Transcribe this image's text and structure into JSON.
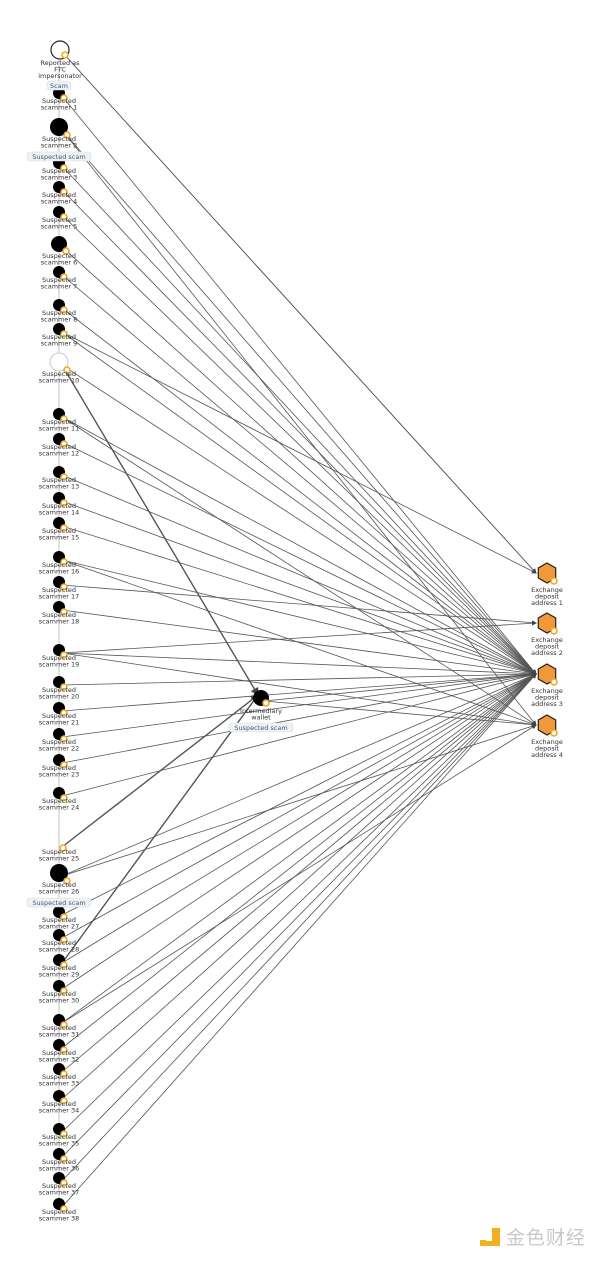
{
  "nodes": {
    "ftc": {
      "label": [
        "Reported as",
        "FTC",
        "impersonator"
      ],
      "tag": "Scam"
    },
    "scammers": [
      "Suspected scammer 1",
      "Suspected scammer 2",
      "Suspected scammer 3",
      "Suspected scammer 4",
      "Suspected scammer 5",
      "Suspected scammer 6",
      "Suspected scammer 7",
      "Suspected scammer 8",
      "Suspected scammer 9",
      "Suspected scammer 10",
      "Suspected scammer 11",
      "Suspected scammer 12",
      "Suspected scammer 13",
      "Suspected scammer 14",
      "Suspected scammer 15",
      "Suspected scammer 16",
      "Suspected scammer 17",
      "Suspected scammer 18",
      "Suspected scammer 19",
      "Suspected scammer 20",
      "Suspected scammer 21",
      "Suspected scammer 22",
      "Suspected scammer 23",
      "Suspected scammer 24",
      "Suspected scammer 25",
      "Suspected scammer 26",
      "Suspected scammer 27",
      "Suspected scammer 28",
      "Suspected scammer 29",
      "Suspected scammer 30",
      "Suspected scammer 31",
      "Suspected scammer 32",
      "Suspected scammer 33",
      "Suspected scammer 34",
      "Suspected scammer 35",
      "Suspected scammer 36",
      "Suspected scammer 37",
      "Suspected scammer 38"
    ],
    "scammer_tags": {
      "2": "Suspected scam",
      "26": "Suspected scam"
    },
    "intermediary": {
      "label": [
        "Intermediary",
        "wallet"
      ],
      "tag": "Suspected scam"
    },
    "exchanges": [
      [
        "Exchange",
        "deposit",
        "address 1"
      ],
      [
        "Exchange",
        "deposit",
        "address 2"
      ],
      [
        "Exchange",
        "deposit",
        "address 3"
      ],
      [
        "Exchange",
        "deposit",
        "address 4"
      ]
    ]
  },
  "edges": [
    [
      "ftc",
      "ex1"
    ],
    [
      "ftc",
      "ex1"
    ],
    [
      "s1",
      "ex3"
    ],
    [
      "s2",
      "ex3"
    ],
    [
      "s2",
      "ex4"
    ],
    [
      "s3",
      "ex3"
    ],
    [
      "s4",
      "ex3"
    ],
    [
      "s5",
      "ex3"
    ],
    [
      "s6",
      "ex3"
    ],
    [
      "s7",
      "ex3"
    ],
    [
      "s8",
      "ex3"
    ],
    [
      "s9",
      "ex3"
    ],
    [
      "s9",
      "ex1"
    ],
    [
      "s10",
      "int"
    ],
    [
      "s10",
      "ex3"
    ],
    [
      "s11",
      "ex3"
    ],
    [
      "s11",
      "ex4"
    ],
    [
      "s12",
      "ex3"
    ],
    [
      "s13",
      "ex3"
    ],
    [
      "s14",
      "ex3"
    ],
    [
      "s15",
      "ex3"
    ],
    [
      "s16",
      "ex3"
    ],
    [
      "s16",
      "ex4"
    ],
    [
      "s17",
      "ex2"
    ],
    [
      "s18",
      "ex3"
    ],
    [
      "s19",
      "ex2"
    ],
    [
      "s19",
      "ex3"
    ],
    [
      "s19",
      "ex4"
    ],
    [
      "s20",
      "ex3"
    ],
    [
      "s21",
      "ex3"
    ],
    [
      "s22",
      "ex3"
    ],
    [
      "s23",
      "ex3"
    ],
    [
      "s24",
      "ex3"
    ],
    [
      "s25",
      "int"
    ],
    [
      "s26",
      "ex3"
    ],
    [
      "s26",
      "ex4"
    ],
    [
      "s27",
      "ex3"
    ],
    [
      "s28",
      "ex3"
    ],
    [
      "s29",
      "int"
    ],
    [
      "s29",
      "ex3"
    ],
    [
      "s30",
      "ex3"
    ],
    [
      "s31",
      "ex3"
    ],
    [
      "s31",
      "ex4"
    ],
    [
      "s32",
      "ex3"
    ],
    [
      "s33",
      "ex3"
    ],
    [
      "s34",
      "ex3"
    ],
    [
      "s35",
      "ex3"
    ],
    [
      "s36",
      "ex3"
    ],
    [
      "s37",
      "ex3"
    ],
    [
      "s38",
      "ex3"
    ],
    [
      "int",
      "ex3"
    ],
    [
      "int",
      "ex4"
    ]
  ],
  "colors": {
    "exchange": "#f0993a",
    "badge": "#f5a623",
    "edge": "#555555"
  },
  "logo": {
    "text": "金色财经"
  }
}
